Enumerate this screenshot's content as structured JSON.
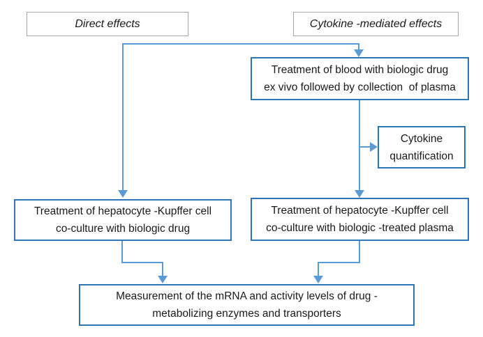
{
  "colors": {
    "arrow": "#5b9bd5",
    "box-border": "#2e75b6",
    "header-border": "#a6a6a6",
    "text": "#1a1a1a"
  },
  "boxes": {
    "direct_effects": {
      "label": "Direct effects"
    },
    "cytokine_effects": {
      "label": "Cytokine -mediated effects"
    },
    "blood_treatment": {
      "line1": "Treatment of blood with biologic drug",
      "line2": "ex vivo followed by collection  of plasma"
    },
    "cytokine_quantification": {
      "line1": "Cytokine",
      "line2": "quantification"
    },
    "hepatocyte_drug": {
      "line1": "Treatment of hepatocyte -Kupffer cell",
      "line2": "co-culture with biologic drug"
    },
    "hepatocyte_plasma": {
      "line1": "Treatment of hepatocyte -Kupffer cell",
      "line2": "co-culture with biologic -treated plasma"
    },
    "measurement": {
      "line1": "Measurement of the mRNA and activity levels of drug -",
      "line2": "metabolizing enzymes and transporters"
    }
  }
}
